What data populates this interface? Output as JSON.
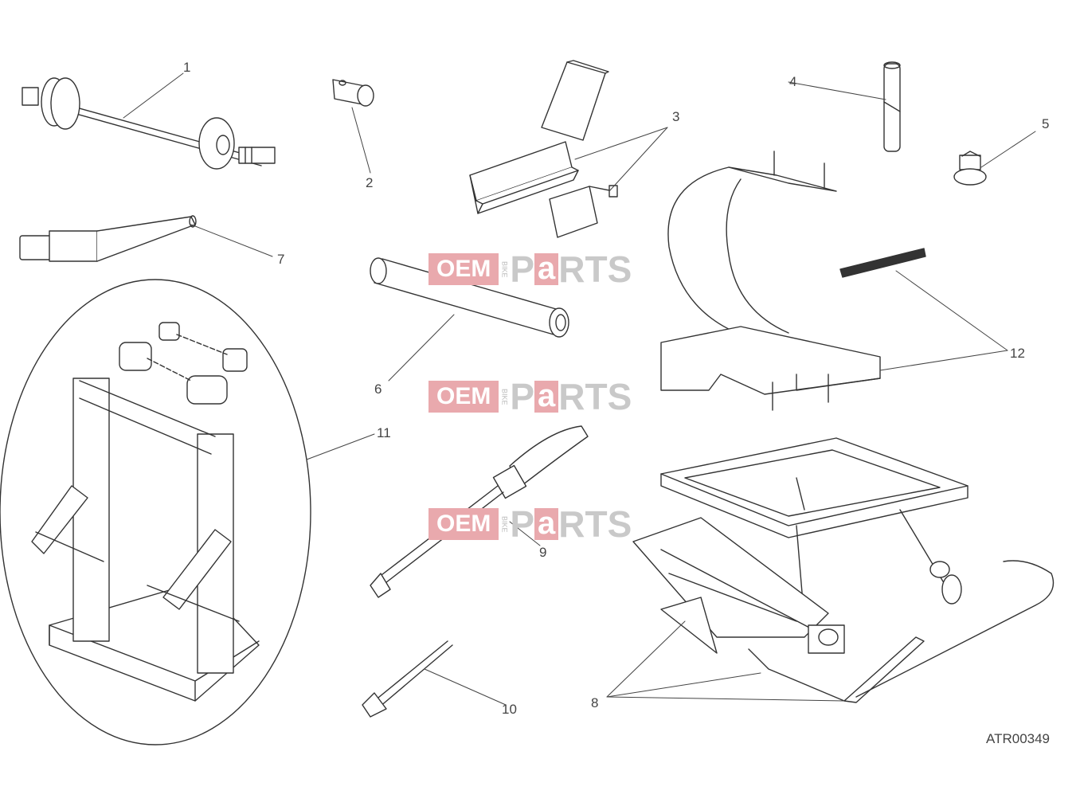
{
  "callouts": [
    "1",
    "2",
    "3",
    "4",
    "5",
    "6",
    "7",
    "8",
    "9",
    "10",
    "11",
    "12"
  ],
  "diagram_code": "ATR00349",
  "watermark": {
    "part1": "OEM",
    "part2": "BIKE",
    "part3": "P",
    "part4": "a",
    "part5": "RTS"
  },
  "colors": {
    "line": "#333333",
    "watermark_pink": "#e9a9ad",
    "watermark_grey": "#c9c9c9"
  }
}
